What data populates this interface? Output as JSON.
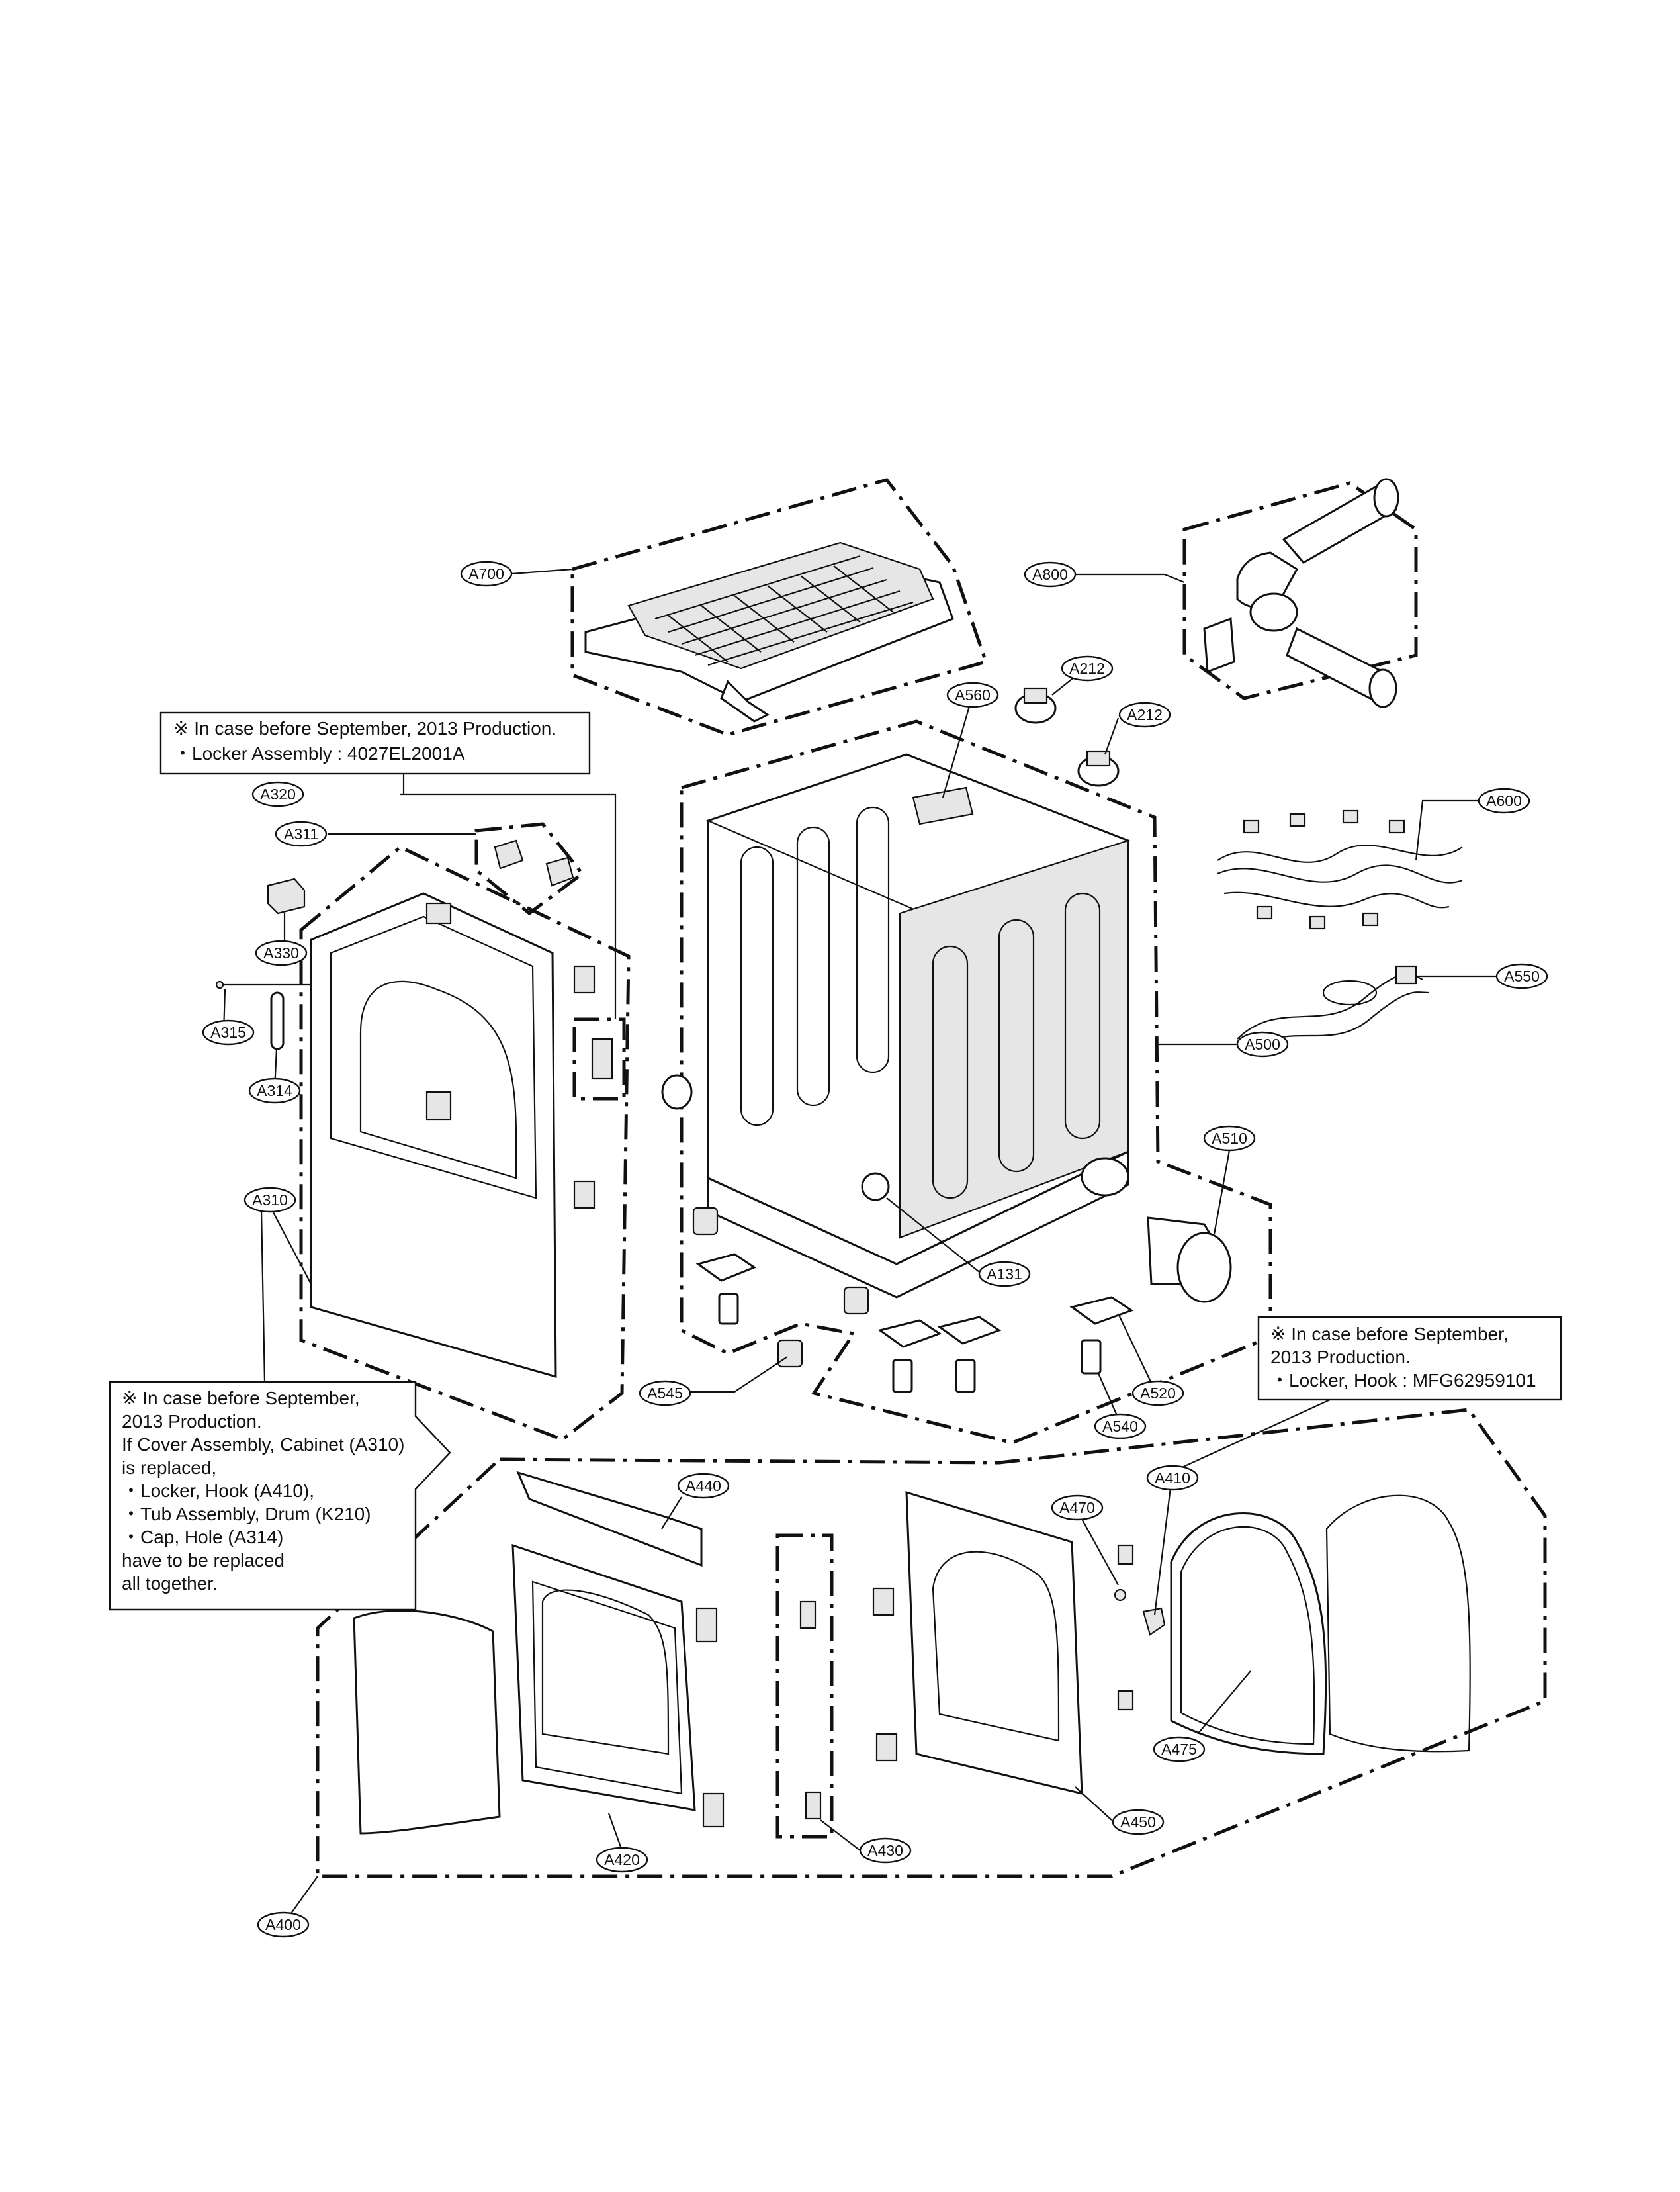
{
  "notes": {
    "locker_assembly": {
      "lines": [
        "※ In case before September, 2013 Production.",
        "・Locker Assembly : 4027EL2001A"
      ]
    },
    "cabinet_replace": {
      "lines": [
        "※ In case before September,",
        "2013 Production.",
        "If Cover Assembly, Cabinet (A310)",
        "is replaced,",
        "・Locker, Hook (A410),",
        "・Tub Assembly, Drum (K210)",
        "・Cap, Hole (A314)",
        "have to be replaced",
        "all together."
      ]
    },
    "locker_hook": {
      "lines": [
        "※ In case before September,",
        "2013 Production.",
        "・Locker, Hook : MFG62959101"
      ]
    }
  },
  "callouts": {
    "a700": "A700",
    "a800": "A800",
    "a212_top": "A212",
    "a212_bottom": "A212",
    "a560": "A560",
    "a600": "A600",
    "a550": "A550",
    "a500": "A500",
    "a510": "A510",
    "a131": "A131",
    "a520": "A520",
    "a540": "A540",
    "a545": "A545",
    "a320": "A320",
    "a311": "A311",
    "a330": "A330",
    "a315": "A315",
    "a314": "A314",
    "a310": "A310",
    "a440": "A440",
    "a470": "A470",
    "a410": "A410",
    "a475": "A475",
    "a450": "A450",
    "a430": "A430",
    "a420": "A420",
    "a400": "A400"
  }
}
